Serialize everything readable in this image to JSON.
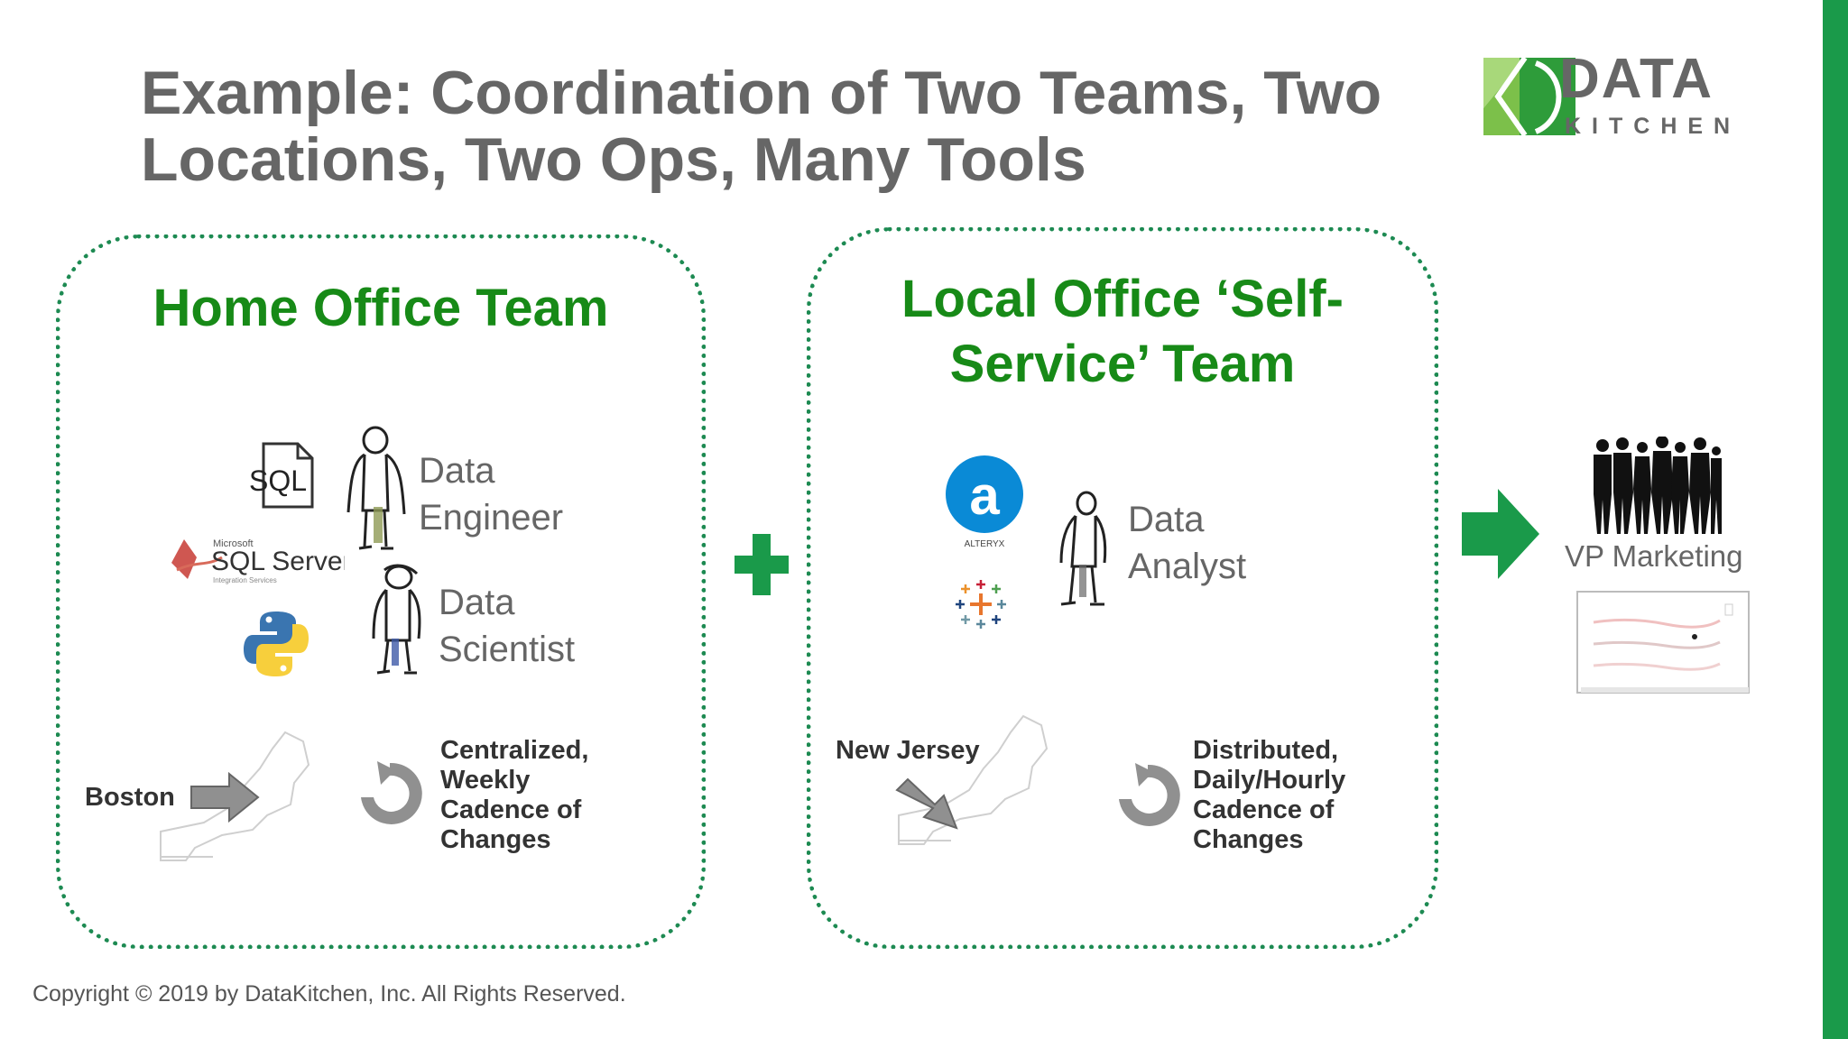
{
  "title": {
    "line1": "Example:  Coordination of Two Teams, Two",
    "line2": "Locations, Two Ops, Many Tools"
  },
  "logo": {
    "data": "DATA",
    "kitchen": "KITCHEN"
  },
  "home_team": {
    "title": "Home Office Team",
    "engineer": {
      "line1": "Data",
      "line2": "Engineer"
    },
    "scientist": {
      "line1": "Data",
      "line2": "Scientist"
    },
    "tools": {
      "sql": "SQL",
      "sqlserver_small": "Microsoft",
      "sqlserver": "SQL Server",
      "sqlserver_sub": "Integration Services"
    },
    "location": "Boston",
    "cadence": [
      "Centralized,",
      "Weekly",
      "Cadence of",
      "Changes"
    ]
  },
  "local_team": {
    "title": {
      "line1": "Local Office ‘Self-",
      "line2": "Service’ Team"
    },
    "analyst": {
      "line1": "Data",
      "line2": "Analyst"
    },
    "tools": {
      "alteryx": "ALTERYX",
      "alteryx_letter": "a"
    },
    "location": "New Jersey",
    "cadence": [
      "Distributed,",
      "Daily/Hourly",
      "Cadence of",
      "Changes"
    ]
  },
  "vp": {
    "label": "VP Marketing"
  },
  "copyright": "Copyright © 2019 by DataKitchen, Inc.  All Rights Reserved.",
  "colors": {
    "green": "#178a17",
    "accent": "#1a9a4a",
    "gray_text": "#666666",
    "arrow_gray": "#909090"
  }
}
